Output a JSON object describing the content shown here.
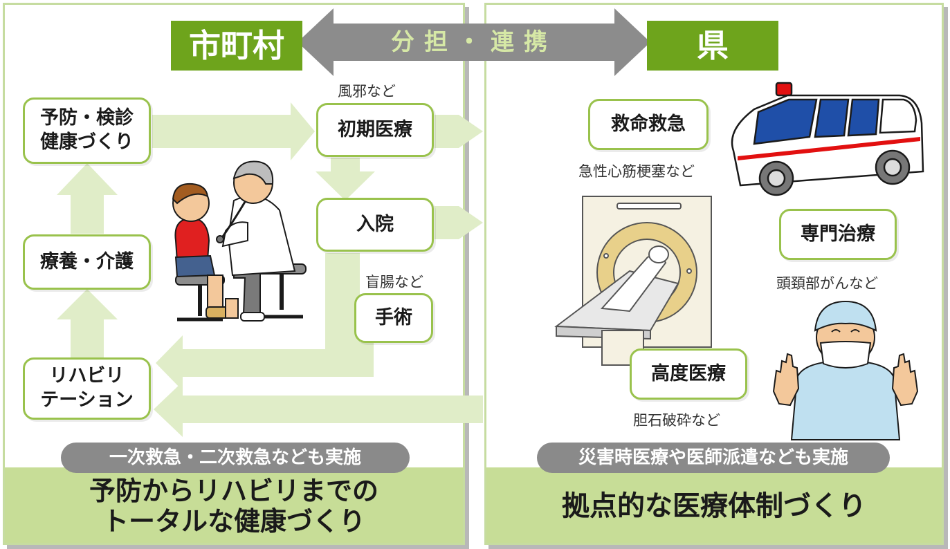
{
  "header": {
    "left": "市町村",
    "center": "分担・連携",
    "right": "県"
  },
  "left_panel": {
    "boxes": {
      "prevention": "予防・検診\n健康づくり",
      "primary_care": "初期医療",
      "hospitalization": "入院",
      "surgery": "手術",
      "recuperation": "療養・介護",
      "rehabilitation": "リハビリ\nテーション"
    },
    "notes": {
      "primary_care": "風邪など",
      "surgery": "盲腸など"
    },
    "pill": "一次救急・二次救急なども実施",
    "footer": "予防からリハビリまでの\nトータルな健康づくり"
  },
  "right_panel": {
    "boxes": {
      "emergency": "救命救急",
      "specialized": "専門治療",
      "advanced": "高度医療"
    },
    "notes": {
      "emergency": "急性心筋梗塞など",
      "specialized": "頭頚部がんなど",
      "advanced": "胆石破砕など"
    },
    "pill": "災害時医療や医師派遣なども実施",
    "footer": "拠点的な医療体制づくり"
  },
  "colors": {
    "header_green": "#6ea41c",
    "box_border": "#99c24c",
    "arrow_fill": "#e0edc8",
    "footer_green": "#c7dd97",
    "pill_gray": "#8a8a8a",
    "center_arrow": "#8c8c8c"
  }
}
